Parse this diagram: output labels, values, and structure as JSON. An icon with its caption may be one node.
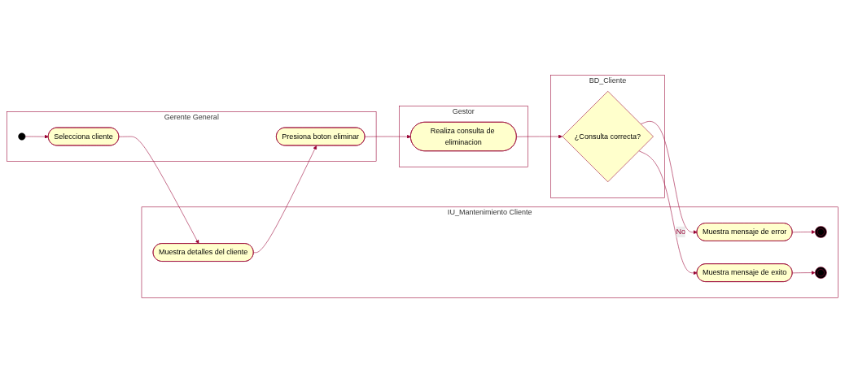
{
  "diagram": {
    "nodes": [
      {
        "text": [
          "Gerente General"
        ]
      },
      {
        "text": [
          "IU_Mantenimiento Cliente"
        ]
      },
      {
        "text": [
          "Gestor"
        ]
      },
      {
        "text": [
          "BD_Cliente"
        ]
      },
      {
        "text": [],
        "shape": "circle",
        "in": 0
      },
      {
        "text": [
          "Selecciona cliente"
        ],
        "in": 0
      },
      {
        "text": [
          "Muestra detalles del cliente"
        ],
        "in": 1
      },
      {
        "text": [
          "Presiona boton eliminar"
        ],
        "in": 0
      },
      {
        "text": [
          "Realiza consulta de eliminacion"
        ],
        "in": 2
      },
      {
        "text": [
          "¿Consulta correcta?"
        ],
        "in": 3
      },
      {
        "text": [
          "Muestra mensaje de error"
        ],
        "in": 1
      },
      {
        "text": [],
        "shape": "circle",
        "in": 1
      },
      {
        "text": [
          "Muestra mensaje de exito"
        ],
        "in": 1
      },
      {
        "text": [],
        "shape": "circle",
        "in": 1
      }
    ],
    "edges": [
      {
        "from": 4,
        "to": 5,
        "arrow": "to"
      },
      {
        "from": 5,
        "to": 6,
        "arrow": "to"
      },
      {
        "from": 6,
        "to": 7,
        "arrow": "to"
      },
      {
        "from": 7,
        "to": 8,
        "arrow": "to"
      },
      {
        "from": 8,
        "to": 9,
        "arrow": "to"
      },
      {
        "from": 9,
        "to": 10,
        "arrow": "to",
        "label": "No"
      },
      {
        "from": 10,
        "to": 11,
        "arrow": "to"
      },
      {
        "from": 9,
        "to": 12,
        "arrow": "to"
      },
      {
        "from": 12,
        "to": 13,
        "arrow": "to"
      }
    ]
  }
}
